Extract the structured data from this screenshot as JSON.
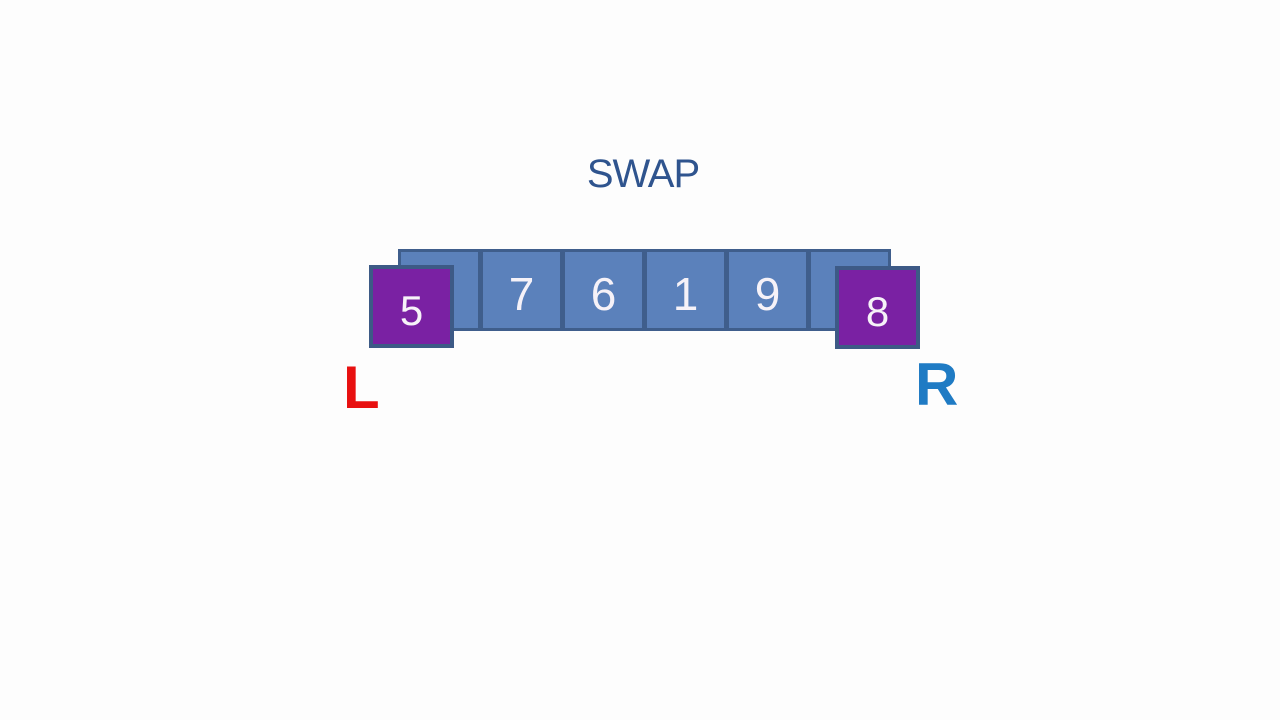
{
  "slide": {
    "title": "SWAP"
  },
  "array": {
    "cells": [
      "",
      "7",
      "6",
      "1",
      "9",
      ""
    ]
  },
  "swap": {
    "left_value": "5",
    "right_value": "8"
  },
  "pointers": {
    "left_label": "L",
    "right_label": "R"
  },
  "colors": {
    "background": "#FDFDFD",
    "title_text": "#2F548E",
    "cell_fill": "#5B81BB",
    "cell_border": "#3F5E8C",
    "swap_fill": "#7A21A3",
    "swap_border": "#3D5A86",
    "number_text": "#F6F2F8",
    "left_pointer": "#E81010",
    "right_pointer": "#1F7BC4"
  }
}
